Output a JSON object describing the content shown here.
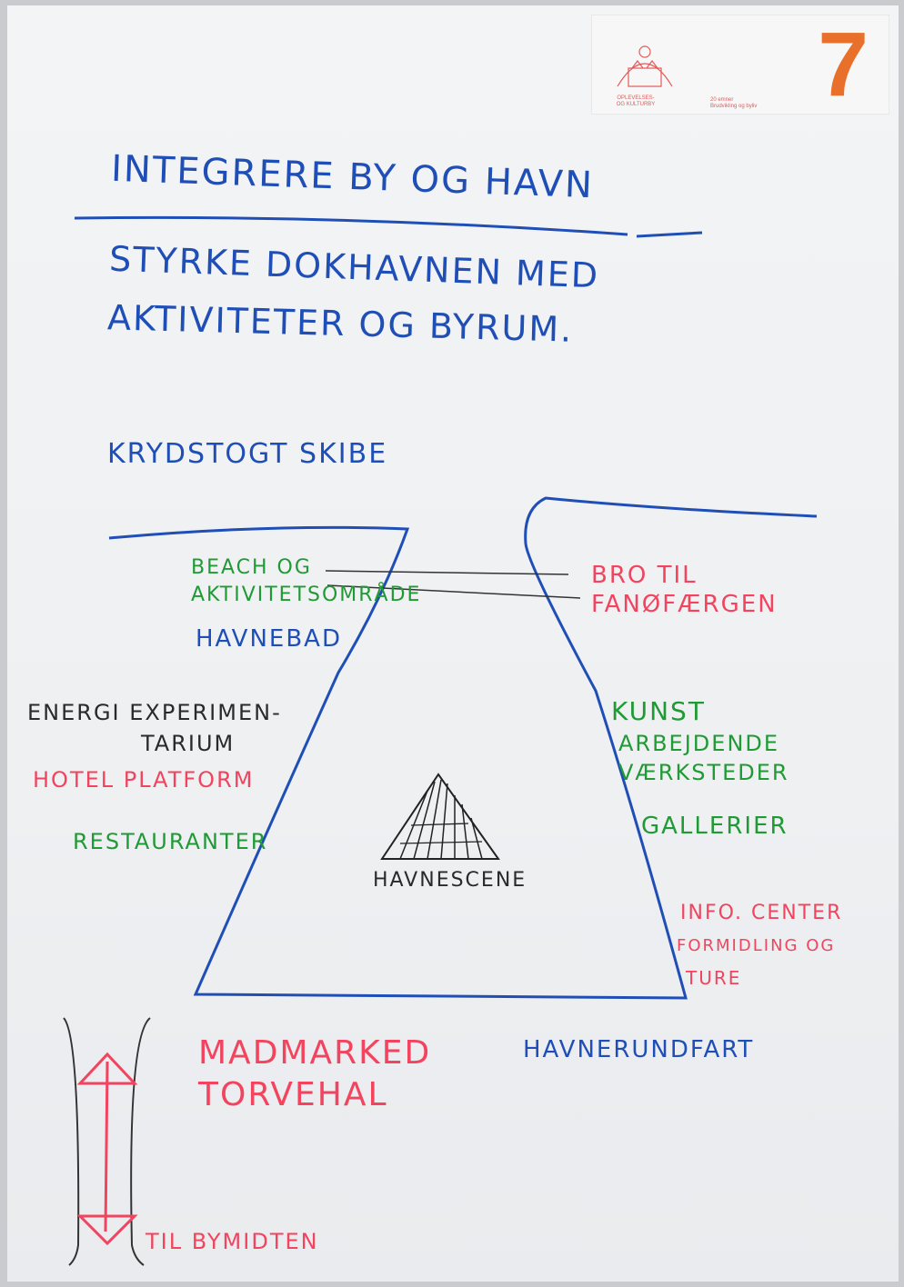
{
  "badge": {
    "logo_text": "OPLEVELSES-\nOG KULTURBY",
    "tagline": "20 emner\nBrudvikling og byliv",
    "number": "7"
  },
  "title": "INTEGRERE BY OG HAVN",
  "subtitle_line1": "STYRKE DOKHAVNEN MED",
  "subtitle_line2": "AKTIVITETER OG BYRUM.",
  "labels": {
    "krydstogt": "KRYDSTOGT SKIBE",
    "beach_line1": "BEACH OG",
    "beach_line2": "AKTIVITETSOMRÅDE",
    "havnebad": "HAVNEBAD",
    "bro_line1": "BRO TIL",
    "bro_line2": "FANØFÆRGEN",
    "energi_line1": "ENERGI EXPERIMEN-",
    "energi_line2": "TARIUM",
    "hotel": "HOTEL PLATFORM",
    "restauranter": "RESTAURANTER",
    "kunst": "KUNST",
    "arbejdende": "ARBEJDENDE",
    "vaerksteder": "VÆRKSTEDER",
    "gallerier": "GALLERIER",
    "havnescene": "HAVNESCENE",
    "info_line1": "INFO. CENTER",
    "info_line2": "FORMIDLING OG",
    "info_line3": "TURE",
    "madmarked": "MADMARKED",
    "torvehal": "TORVEHAL",
    "havnerundfart": "HAVNERUNDFART",
    "til_bymidten": "TIL BYMIDTEN"
  },
  "colors": {
    "blue_marker": "#1f4fb6",
    "green_marker": "#1f9a34",
    "red_marker": "#f2445e",
    "black_marker": "#2a2a2a",
    "badge_orange": "#e8702a"
  }
}
